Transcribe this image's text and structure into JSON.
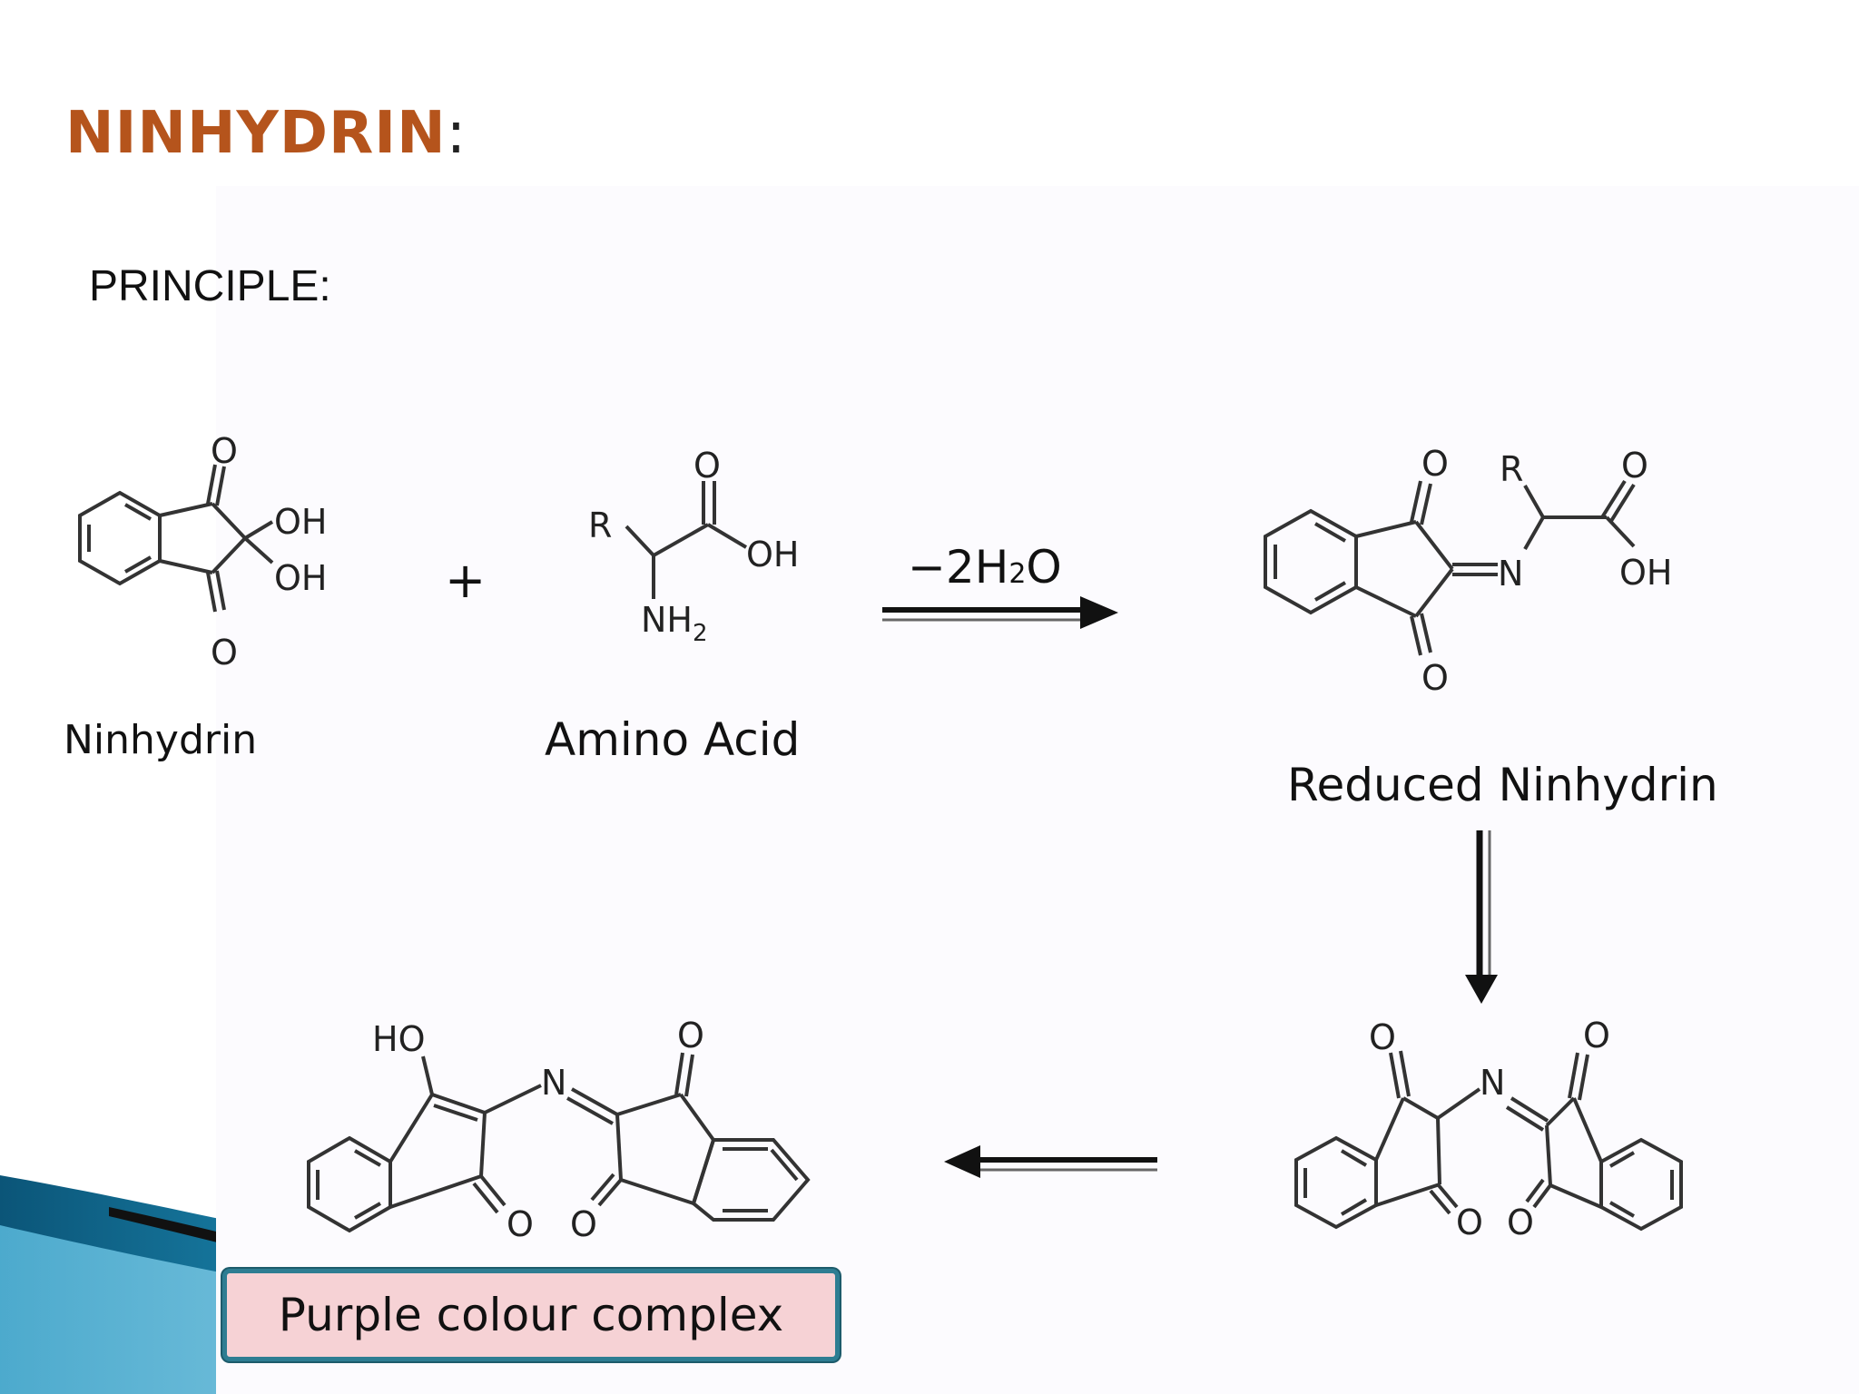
{
  "slide": {
    "title": "NINHYDRIN",
    "title_colon": ":",
    "subtitle": "PRINCIPLE:"
  },
  "labels": {
    "ninhydrin": "Ninhydrin",
    "amino_acid": "Amino Acid",
    "reduced_ninhydrin": "Reduced Ninhydrin",
    "plus": "+",
    "minus_water_prefix": "−2H",
    "minus_water_sub": "2",
    "minus_water_suffix": "O",
    "purple_complex": "Purple colour complex"
  },
  "atoms": {
    "O": "O",
    "OH": "OH",
    "HO": "HO",
    "R": "R",
    "N": "N",
    "NH": "NH",
    "NH_sub": "2"
  },
  "colors": {
    "title": "#b5541c",
    "box_fill": "#f6d2d5",
    "box_border": "#2e7d92",
    "wave_dark": "#0d5f80",
    "wave_light": "#4fb3d6"
  }
}
